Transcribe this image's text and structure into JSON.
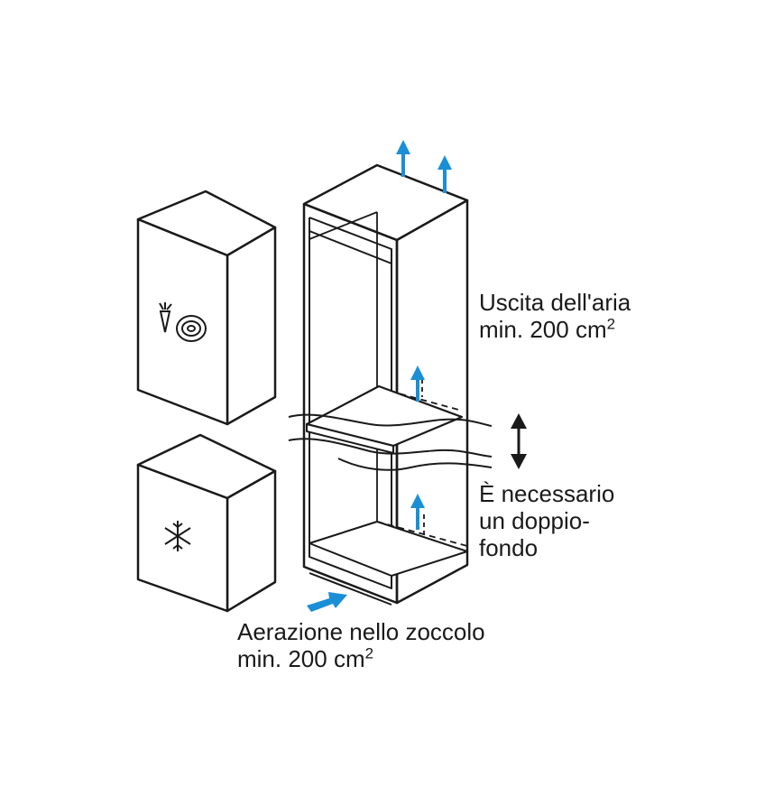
{
  "colors": {
    "line": "#1a1a1a",
    "airflow_arrow": "#1a8fd6",
    "cabinet_fill": "#ffffff"
  },
  "icons": [
    "carrot-cabbage-icon",
    "snowflake-icon",
    "airflow-arrow-icon",
    "double-arrow-icon"
  ],
  "labels": {
    "air_outlet_line1": "Uscita dell'aria",
    "air_outlet_line2": "min. 200 cm",
    "air_outlet_sup": "2",
    "plinth_line1": "Aerazione nello zoccolo",
    "plinth_line2": "min. 200 cm",
    "plinth_sup": "2",
    "platform_line1": "È necessario",
    "platform_line2": "un doppio-",
    "platform_line3": "fondo"
  }
}
